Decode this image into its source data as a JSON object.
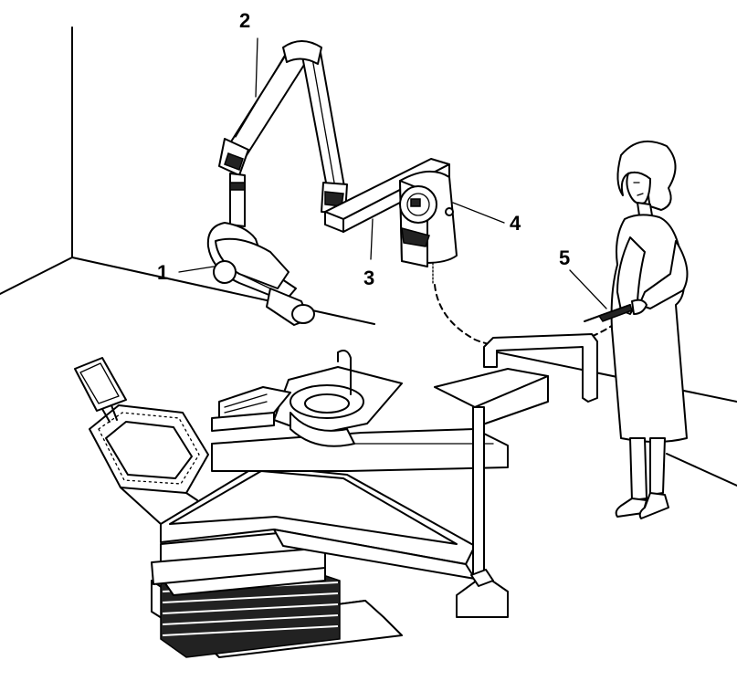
{
  "callouts": {
    "c1": "1",
    "c2": "2",
    "c3": "3",
    "c4": "4",
    "c5": "5"
  },
  "colors": {
    "line": "#000000",
    "background": "#ffffff",
    "shade": "#cfcfcf"
  }
}
